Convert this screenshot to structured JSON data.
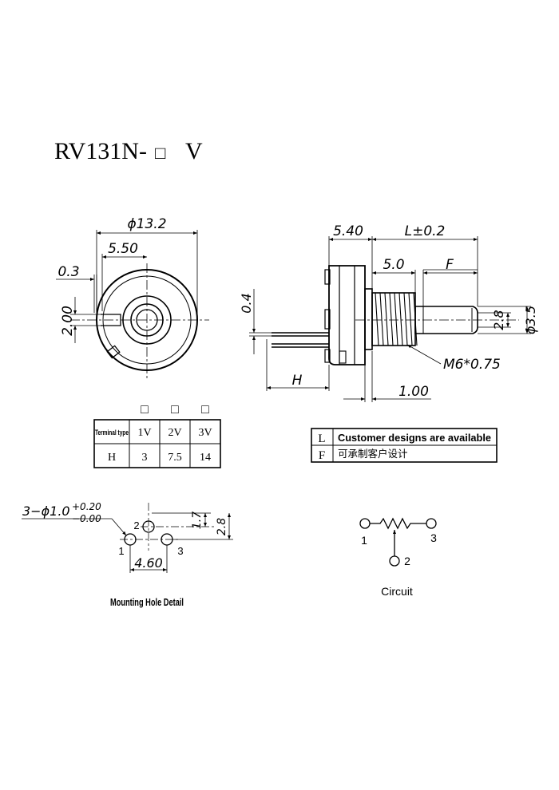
{
  "title": {
    "model": "RV131N-",
    "box": "□",
    "suffix": "V"
  },
  "front_view": {
    "dia": "ϕ13.2",
    "offset_550": "5.50",
    "offset_03": "0.3",
    "offset_200": "2.00"
  },
  "side_view": {
    "d540": "5.40",
    "dL": "L±0.2",
    "d50": "5.0",
    "dF": "F",
    "d04": "0.4",
    "d28": "2.8",
    "d35": "ϕ3.5",
    "thread": "M6*0.75",
    "dH": "H",
    "d100": "1.00"
  },
  "terminal_table": {
    "checkbox": "□",
    "header": [
      "Terminal type",
      "1V",
      "2V",
      "3V"
    ],
    "row": [
      "H",
      "3",
      "7.5",
      "14"
    ]
  },
  "notes": [
    {
      "code": "L",
      "text": "Customer designs are available"
    },
    {
      "code": "F",
      "text": "可承制客户设计"
    }
  ],
  "mounting": {
    "hole_spec": "3−ϕ1.0",
    "tol_plus": "+0.20",
    "tol_minus": "−0.00",
    "d17": "1.7",
    "d28": "2.8",
    "d460": "4.60",
    "pin1": "1",
    "pin2": "2",
    "pin3": "3",
    "caption": "Mounting Hole Detail"
  },
  "circuit": {
    "pin1": "1",
    "pin2": "2",
    "pin3": "3",
    "caption": "Circuit"
  }
}
